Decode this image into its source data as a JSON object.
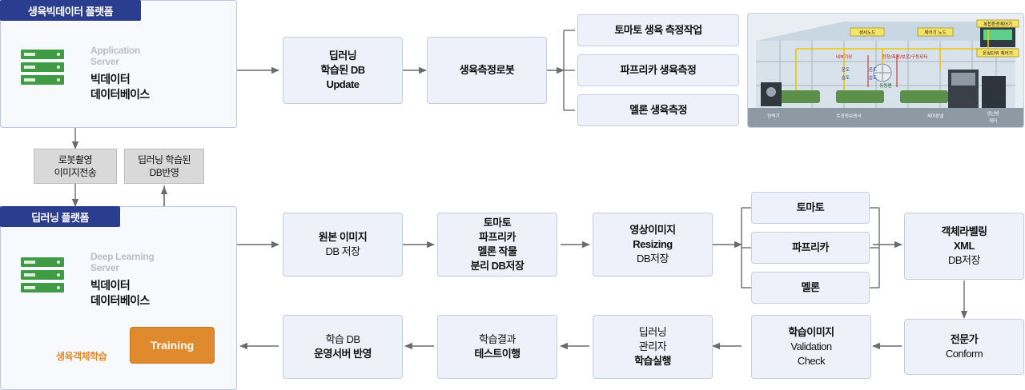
{
  "platforms": {
    "top": {
      "title": "생육빅데이터 플랫폼",
      "server_role": "Application\nServer",
      "server_role_line1": "Application",
      "server_role_line2": "Server",
      "server_name_line1": "빅데이터",
      "server_name_line2": "데이터베이스"
    },
    "bottom": {
      "title": "딥러닝 플랫폼",
      "server_role_line1": "Deep Learning",
      "server_role_line2": "Server",
      "server_name_line1": "빅데이터",
      "server_name_line2": "데이터베이스",
      "training_label": "Training",
      "training_caption": "생육객체학습"
    }
  },
  "connectors": {
    "up_label_line1": "딥러닝 학습된",
    "up_label_line2": "DB반영",
    "down_label_line1": "로봇촬영",
    "down_label_line2": "이미지전송"
  },
  "top_flow": {
    "db_update": {
      "line1": "딥러닝",
      "line2": "학습된 DB",
      "line3": "Update"
    },
    "robot": {
      "line1": "생육측정로봇"
    },
    "measures": [
      {
        "label": "토마토 생육 측정작업"
      },
      {
        "label": "파프리카 생육측정"
      },
      {
        "label": "멜론 생육측정"
      }
    ]
  },
  "photo": {
    "caption_nodes": [
      "센서노드",
      "제어기 노드",
      "복합환경제어기",
      "온실단위 제어기",
      "내부기상",
      "천창/측창/보온/구동모터",
      "온도",
      "습도",
      "온도",
      "습도",
      "유동팬",
      "양액기",
      "토양정보센서",
      "제어판넬",
      "냉난방\n제어"
    ]
  },
  "bottom_flow_row1": {
    "original": {
      "line1": "원본 이미지",
      "line2": "DB 저장"
    },
    "split": {
      "line1": "토마토",
      "line2": "파프리카",
      "line3": "멜론 작물",
      "line4": "분리 DB저장"
    },
    "resize": {
      "line1": "영상이미지",
      "line2": "Resizing",
      "line3": "DB저장"
    },
    "crops": [
      {
        "label": "토마토"
      },
      {
        "label": "파프리카"
      },
      {
        "label": "멜론"
      }
    ],
    "xml": {
      "line1": "객체라벨링",
      "line2": "XML",
      "line3": "DB저장"
    }
  },
  "bottom_flow_row2": {
    "expert": {
      "line1": "전문가",
      "line2": "Conform"
    },
    "validation": {
      "line1": "학습이미지",
      "line2": "Validation",
      "line3": "Check"
    },
    "train_exec": {
      "line1": "딥러닝",
      "line2": "관리자",
      "line3": "학습실행"
    },
    "test": {
      "line1": "학습결과",
      "line2": "테스트이행"
    },
    "deploy": {
      "line1": "학습 DB",
      "line2": "운영서버 반영"
    }
  },
  "colors": {
    "panel_title_bg": "#2b3d8f",
    "box_bg": "#eef1f9",
    "box_border": "#c4cde4",
    "gray_box_bg": "#d9d9d9",
    "training_bg": "#e08a2e",
    "server_icon": "#3f9c44",
    "arrow": "#6b6b6b"
  }
}
